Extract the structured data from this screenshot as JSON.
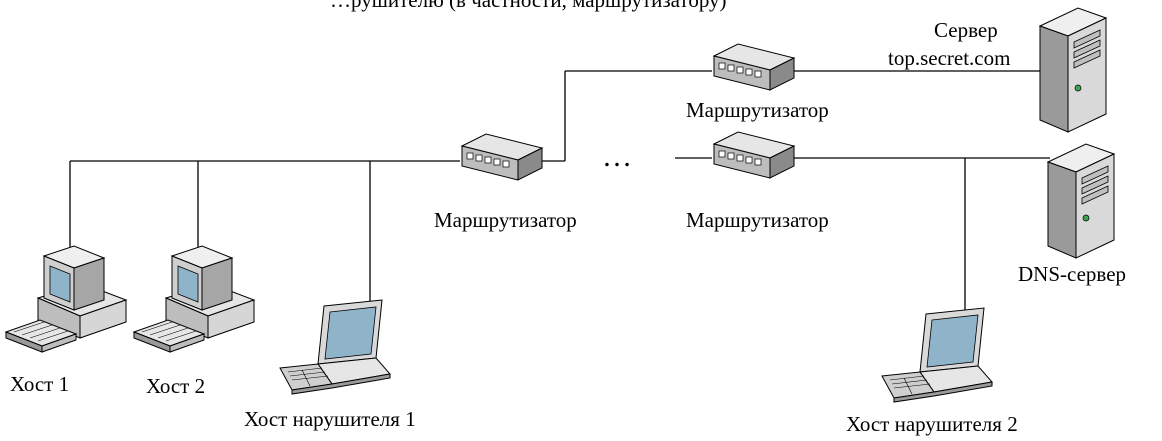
{
  "diagram": {
    "top_caption": "…рушителю (в частности, маршрутизатору)",
    "ellipsis": "…",
    "labels": {
      "server_line1": "Сервер",
      "server_line2": "top.secret.com",
      "router_top": "Маршрутизатор",
      "router_center": "Маршрутизатор",
      "router_right": "Маршрутизатор",
      "dns_server": "DNS-сервер",
      "host1": "Хост 1",
      "host2": "Хост 2",
      "intruder1": "Хост нарушителя 1",
      "intruder2": "Хост нарушителя 2"
    },
    "icons": {
      "router": "router-icon",
      "server": "server-tower-icon",
      "desktop": "desktop-computer-icon",
      "laptop": "laptop-icon"
    },
    "colors": {
      "line": "#000000",
      "device_body": "#d9d9d9",
      "device_shadow": "#8a8a8a",
      "screen": "#8fb3c9",
      "led": "#3fa34d"
    }
  }
}
